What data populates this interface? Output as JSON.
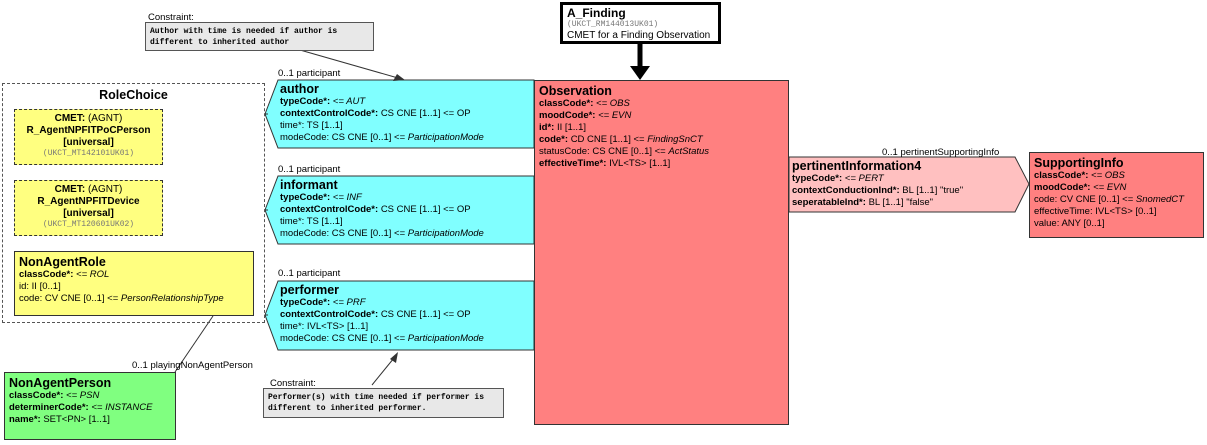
{
  "entry_point": {
    "name": "A_Finding",
    "id": "(UKCT_RM144013UK01)",
    "description": "CMET for a Finding Observation"
  },
  "constraint_top": {
    "label": "Constraint:",
    "text": "Author with time is needed if author is different to inherited author"
  },
  "constraint_bottom": {
    "label": "Constraint:",
    "text": "Performer(s) with time needed if performer is different to inherited performer."
  },
  "role_choice": {
    "title": "RoleChoice",
    "cmet1": {
      "prefix": "CMET:",
      "code": "(AGNT)",
      "name": "R_AgentNPFITPoCPerson",
      "flavor": "[universal]",
      "id": "(UKCT_MT142101UK01)"
    },
    "cmet2": {
      "prefix": "CMET:",
      "code": "(AGNT)",
      "name": "R_AgentNPFITDevice",
      "flavor": "[universal]",
      "id": "(UKCT_MT120601UK02)"
    },
    "non_agent_role": {
      "title": "NonAgentRole",
      "class_code_key": "classCode*:",
      "class_code_val": "<= ROL",
      "id_line": "id: II [0..1]",
      "code_key": "code: CV CNE [0..1] <= ",
      "code_val": "PersonRelationshipType"
    }
  },
  "non_agent_person": {
    "link_label": "0..1 playingNonAgentPerson",
    "title": "NonAgentPerson",
    "class_code_key": "classCode*:",
    "class_code_val": "<= PSN",
    "determiner_key": "determinerCode*:",
    "determiner_val": "<= INSTANCE",
    "name_key": "name*:",
    "name_val": "SET<PN> [1..1]"
  },
  "author": {
    "link_label": "0..1 participant",
    "title": "author",
    "type_key": "typeCode*:",
    "type_val": "<= AUT",
    "ctx_key": "contextControlCode*:",
    "ctx_val": "CS CNE [1..1] <= OP",
    "time": "time*: TS [1..1]",
    "mode_key": "modeCode: CS CNE [0..1] <= ",
    "mode_val": "ParticipationMode"
  },
  "informant": {
    "link_label": "0..1 participant",
    "title": "informant",
    "type_key": "typeCode*:",
    "type_val": "<= INF",
    "ctx_key": "contextControlCode*:",
    "ctx_val": "CS CNE [1..1] <= OP",
    "time": "time*: TS [1..1]",
    "mode_key": "modeCode: CS CNE [0..1] <= ",
    "mode_val": "ParticipationMode"
  },
  "performer": {
    "link_label": "0..1 participant",
    "title": "performer",
    "type_key": "typeCode*:",
    "type_val": "<= PRF",
    "ctx_key": "contextControlCode*:",
    "ctx_val": "CS CNE [1..1] <= OP",
    "time": "time*: IVL<TS> [1..1]",
    "mode_key": "modeCode: CS CNE [0..1] <= ",
    "mode_val": "ParticipationMode"
  },
  "observation": {
    "title": "Observation",
    "class_key": "classCode*:",
    "class_val": "<= OBS",
    "mood_key": "moodCode*:",
    "mood_val": "<= EVN",
    "id_key": "id*:",
    "id_val": "II [1..1]",
    "code_key": "code*:",
    "code_val": "CD CNE [1..1] <= ",
    "code_italic": "FindingSnCT",
    "status_text": "statusCode: CS CNE [0..1] <= ",
    "status_italic": "ActStatus",
    "eff_key": "effectiveTime*:",
    "eff_val": "IVL<TS> [1..1]"
  },
  "pertinent": {
    "link_label": "0..1 pertinentSupportingInfo",
    "title": "pertinentInformation4",
    "type_key": "typeCode*:",
    "type_val": "<= PERT",
    "ccind_key": "contextConductionInd*:",
    "ccind_val": "BL [1..1] \"true\"",
    "sep_key": "seperatableInd*:",
    "sep_val": "BL [1..1] \"false\""
  },
  "supporting": {
    "title": "SupportingInfo",
    "class_key": "classCode*:",
    "class_val": "<= OBS",
    "mood_key": "moodCode*:",
    "mood_val": "<= EVN",
    "code_text": "code: CV CNE [0..1] <= ",
    "code_italic": "SnomedCT",
    "eff": "effectiveTime: IVL<TS> [0..1]",
    "value": "value: ANY [0..1]"
  },
  "colors": {
    "observation": "#ff8080",
    "participation": "#80ffff",
    "role": "#ffff80",
    "entity": "#80ff80",
    "pertinent": "#ffc0c0"
  }
}
